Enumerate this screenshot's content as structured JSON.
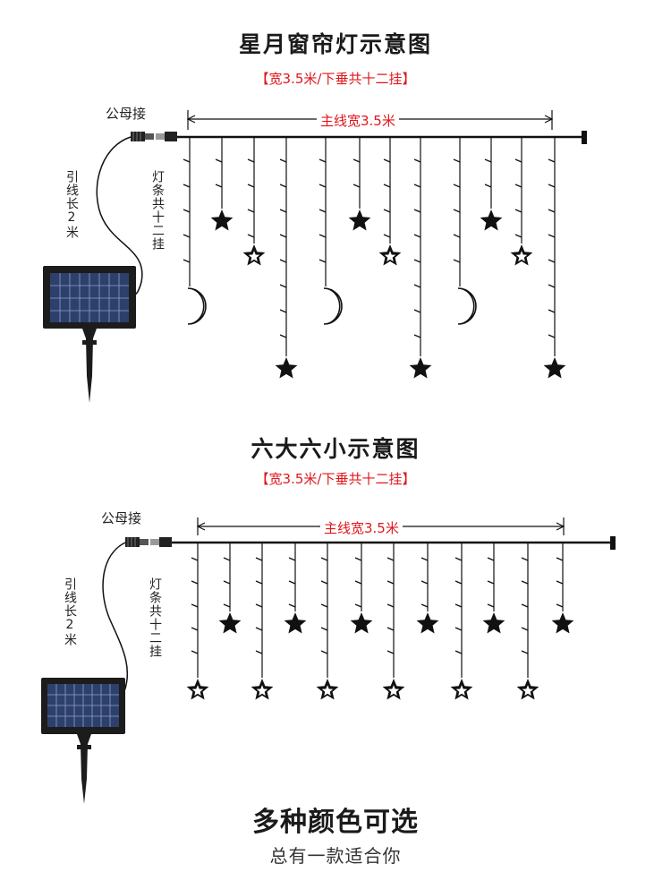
{
  "section1": {
    "title": "星月窗帘灯示意图",
    "subtitle": "【宽3.5米/下垂共十二挂】",
    "connector_label": "公母接",
    "main_line_label": "主线宽3.5米",
    "lead_label": "引线长2米",
    "strands_label": "灯条共十二挂"
  },
  "section2": {
    "title": "六大六小示意图",
    "subtitle": "【宽3.5米/下垂共十二挂】",
    "connector_label": "公母接",
    "main_line_label": "主线宽3.5米",
    "lead_label": "引线长2米",
    "strands_label": "灯条共十二挂"
  },
  "footer": {
    "title": "多种颜色可选",
    "subtitle": "总有一款适合你"
  },
  "colors": {
    "accent_red": "#e0171c",
    "line": "#111111"
  },
  "icons": [
    "solar-panel-icon",
    "connector-plug-icon",
    "star-icon",
    "hollow-star-icon",
    "crescent-moon-icon"
  ]
}
